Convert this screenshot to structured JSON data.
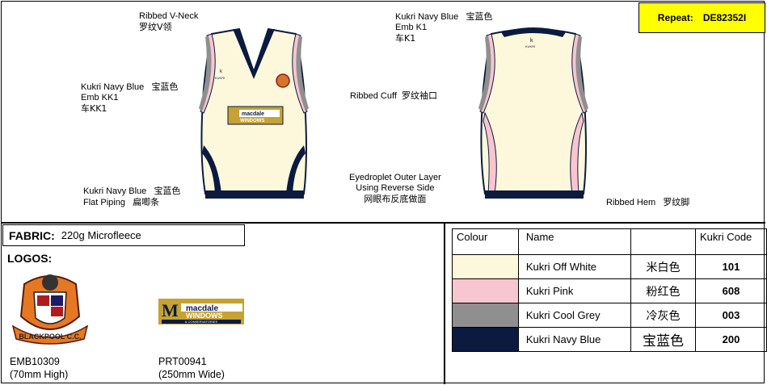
{
  "repeat": {
    "label": "Repeat:",
    "value": "DE82352I"
  },
  "front_annotations": {
    "neck_en": "Ribbed V-Neck",
    "neck_cn": "罗纹V领",
    "emb_color_en": "Kukri Navy Blue",
    "emb_color_cn": "宝蓝色",
    "emb_line": "Emb KK1",
    "emb_cn": "车KK1",
    "piping_color_en": "Kukri Navy Blue",
    "piping_color_cn": "宝蓝色",
    "piping_en": "Flat Piping",
    "piping_cn": "扁唧条"
  },
  "back_annotations": {
    "emb_color_en": "Kukri Navy Blue",
    "emb_color_cn": "宝蓝色",
    "emb_line": "Emb K1",
    "emb_cn": "车K1",
    "cuff_en": "Ribbed Cuff",
    "cuff_cn": "罗纹袖口",
    "eyelet_line1": "Eyedroplet Outer Layer",
    "eyelet_line2": "Using Reverse Side",
    "eyelet_cn": "网眼布反底做面",
    "hem_en": "Ribbed Hem",
    "hem_cn": "罗纹脚"
  },
  "fabric": {
    "label": "FABRIC:",
    "value": "220g Microfleece"
  },
  "logos": {
    "title": "LOGOS:",
    "items": [
      {
        "code": "EMB10309",
        "size": "(70mm High)",
        "badge_text": "BLACKPOOL C.C."
      },
      {
        "code": "PRT00941",
        "size": "(250mm Wide)",
        "logo_word1": "macdale",
        "logo_word2": "WINDOWS",
        "logo_word3": "& CONSERVATORIES"
      }
    ]
  },
  "colour_table": {
    "headers": [
      "Colour",
      "Name",
      "",
      "Kukri Code"
    ],
    "rows": [
      {
        "swatch": "#fdf8dc",
        "name": "Kukri Off White",
        "cn": "米白色",
        "code": "101"
      },
      {
        "swatch": "#f8c6d0",
        "name": "Kukri Pink",
        "cn": "粉红色",
        "code": "608"
      },
      {
        "swatch": "#8f8f8f",
        "name": "Kukri Cool Grey",
        "cn": "冷灰色",
        "code": "003"
      },
      {
        "swatch": "#0b1a3f",
        "name": "Kukri Navy Blue",
        "cn": "宝蓝色",
        "code": "200"
      }
    ]
  },
  "colors": {
    "cream": "#fdf8dc",
    "pink": "#f8c6d0",
    "grey": "#8f8f8f",
    "navy": "#0b1a3f",
    "yellow": "#ffff00"
  }
}
